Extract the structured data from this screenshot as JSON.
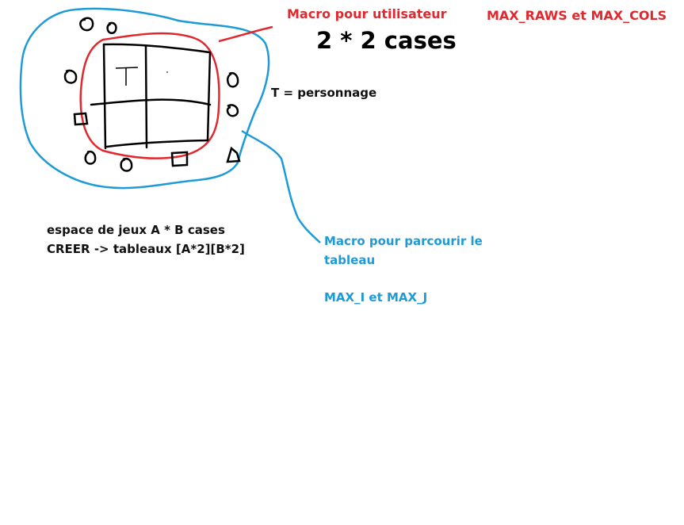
{
  "labels": {
    "macro_user": "Macro pour utilisateur",
    "max_raws_cols": "MAX_RAWS et MAX_COLS",
    "two_by_two": "2 * 2 cases",
    "t_personnage": "T = personnage",
    "espace_line1": "espace de jeux A * B cases",
    "espace_line2": "CREER -> tableaux [A*2][B*2]",
    "macro_parcourir_line1": "Macro pour parcourir le",
    "macro_parcourir_line2": "tableau",
    "max_i_j": "MAX_I et MAX_J",
    "cell_t": "T"
  },
  "colors": {
    "red": "#e0282e",
    "blue": "#1d9bd7",
    "black": "#111111"
  }
}
